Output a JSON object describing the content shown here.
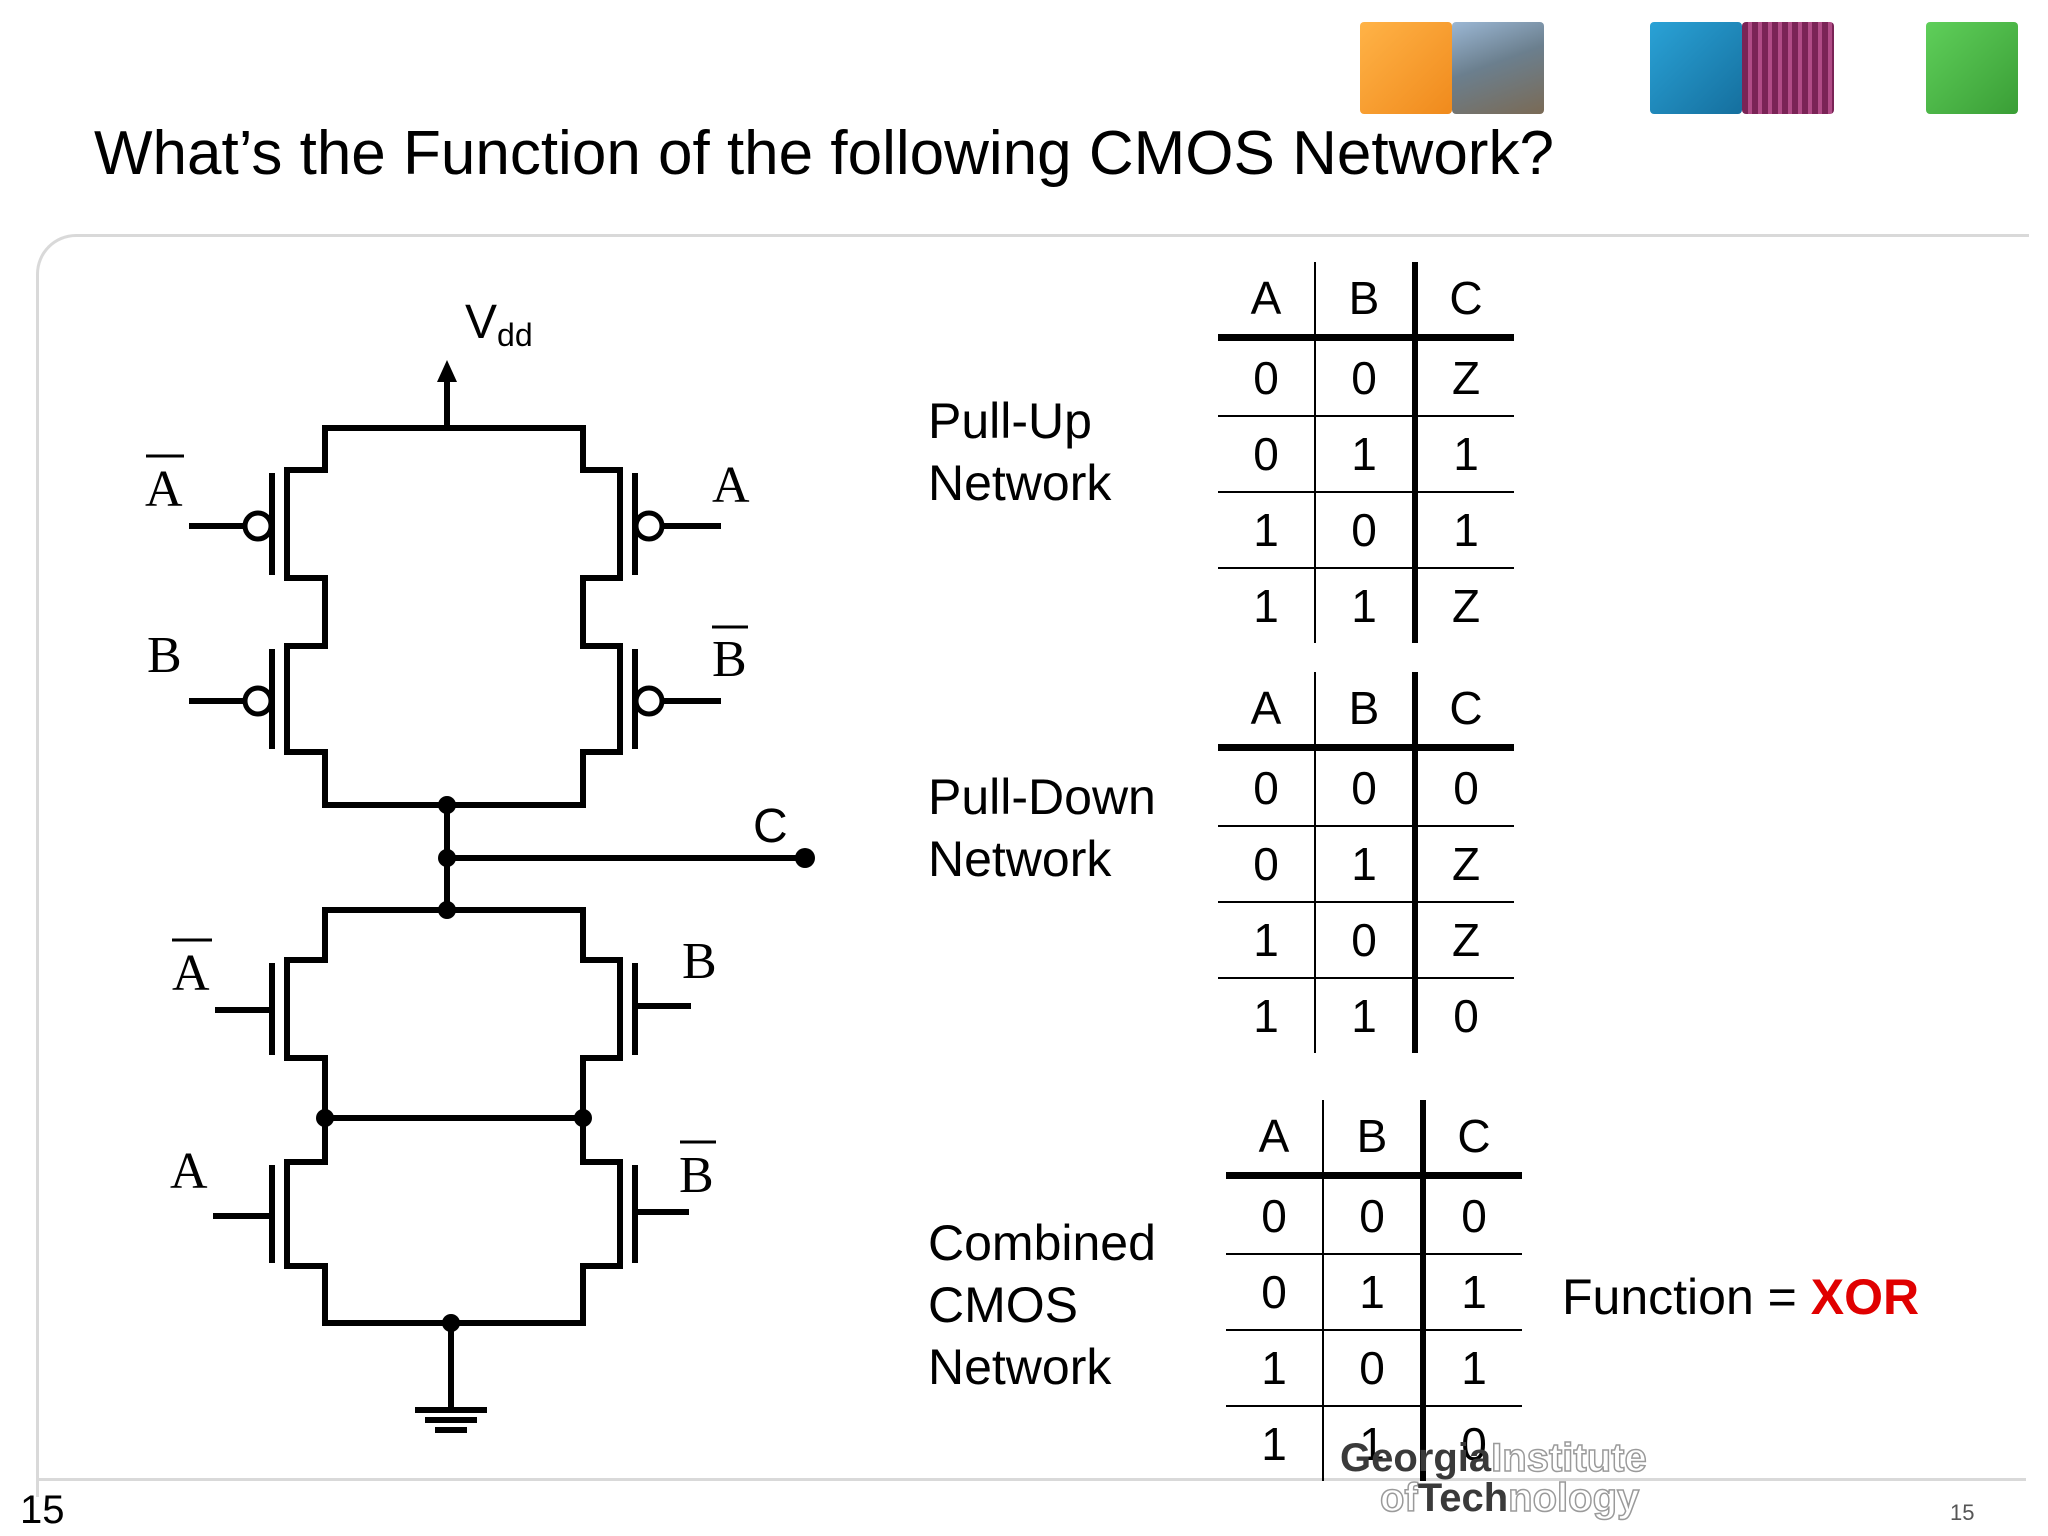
{
  "title": "What’s the Function of the following CMOS Network?",
  "circuit": {
    "vdd_main": "V",
    "vdd_sub": "dd",
    "output": "C",
    "pull_up_left_top": "A",
    "pull_up_right_top": "A",
    "pull_up_left_bottom": "B",
    "pull_up_right_bottom": "B",
    "pull_down_left_top": "A",
    "pull_down_right_top": "B",
    "pull_down_left_bottom": "A",
    "pull_down_right_bottom": "B"
  },
  "networks": {
    "pull_up": "Pull-Up\nNetwork",
    "pull_down": "Pull-Down\nNetwork",
    "combined": "Combined\nCMOS\nNetwork"
  },
  "tables": {
    "pull_up": {
      "headers": [
        "A",
        "B",
        "C"
      ],
      "rows": [
        [
          "0",
          "0",
          "Z"
        ],
        [
          "0",
          "1",
          "1"
        ],
        [
          "1",
          "0",
          "1"
        ],
        [
          "1",
          "1",
          "Z"
        ]
      ]
    },
    "pull_down": {
      "headers": [
        "A",
        "B",
        "C"
      ],
      "rows": [
        [
          "0",
          "0",
          "0"
        ],
        [
          "0",
          "1",
          "Z"
        ],
        [
          "1",
          "0",
          "Z"
        ],
        [
          "1",
          "1",
          "0"
        ]
      ]
    },
    "combined": {
      "headers": [
        "A",
        "B",
        "C"
      ],
      "rows": [
        [
          "0",
          "0",
          "0"
        ],
        [
          "0",
          "1",
          "1"
        ],
        [
          "1",
          "0",
          "1"
        ],
        [
          "1",
          "1",
          "0"
        ]
      ]
    }
  },
  "function": {
    "label": "Function = ",
    "value": "XOR",
    "value_color": "#e00000"
  },
  "page_number_left": "15",
  "page_number_right": "15",
  "logo": {
    "line1_dark": "Georgia",
    "line1_light": "Institute",
    "line2_light": "of",
    "line2_dark": "Tech",
    "line2_light_end": "nology"
  },
  "colors": {
    "accent_orange": "#f39a2c",
    "accent_blue": "#1f8fc4",
    "accent_purple": "#8a2f6a",
    "accent_green": "#4cb848"
  }
}
